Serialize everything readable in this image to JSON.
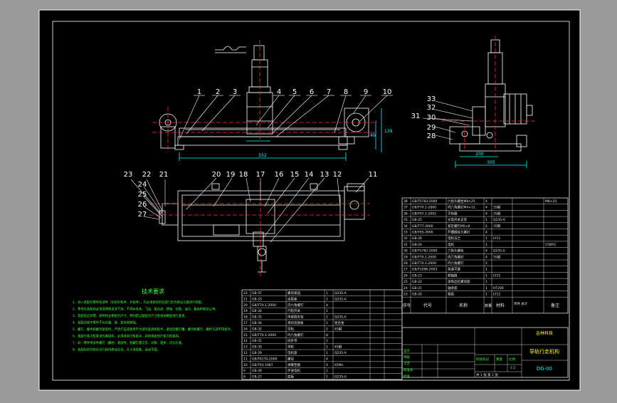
{
  "colors": {
    "canvas": "#000000",
    "surround": "#9a9a9a",
    "line": "#ffffff",
    "center_red": "#ff3030",
    "dim_cyan": "#00ffff",
    "note_green": "#39ff39",
    "label_yellow": "#ffff00",
    "table_text": "#e8e8e8"
  },
  "balloons_front": [
    "1",
    "2",
    "3",
    "4",
    "5",
    "6",
    "7",
    "8",
    "9",
    "10"
  ],
  "balloons_top": [
    "11",
    "12",
    "13",
    "14",
    "15",
    "16",
    "17",
    "18",
    "19",
    "20",
    "21",
    "22",
    "23",
    "24",
    "25",
    "26",
    "27"
  ],
  "balloons_side": [
    "28",
    "29",
    "30",
    "31",
    "32",
    "33"
  ],
  "dims": {
    "front_length": "552",
    "front_h1": "46",
    "front_h2": "139",
    "side_width": "305",
    "side_base": "200"
  },
  "notes": {
    "title": "技术要求",
    "lines": [
      "1、进入装配的零件及部件（包括外购件、外协件），均必须具有检验部门的合格证方能进行装配。",
      "2、零件在装配前必须清理和清洗干净，不得有毛刺、飞边、氧化皮、锈蚀、切屑、油污、着色剂和灰尘等。",
      "3、装配前应对零、部件的主要配合尺寸，特别是过盈配合尺寸及相关精度进行复查。",
      "4、装配过程中零件不允许磕、碰、划伤和锈蚀。",
      "5、螺钉、螺栓和螺母紧固时，严禁打击或使用不合适的旋具和扳手，紧固后螺钉槽、螺母和螺钉、螺栓头部不得损坏。",
      "6、规定拧紧力矩要求的紧固件，必须采用力矩扳手，并按规定的拧紧力矩紧固。",
      "7、同一零件用多件螺钉（螺栓）紧固时，各螺钉需交叉、对称、逐步、均匀拧紧。",
      "8、装配好的导轨在全行程内移动灵活，无卡滞现象，运动平稳。"
    ]
  },
  "bom_left": {
    "rows": [
      {
        "no": "22",
        "code": "GB-37",
        "name": "螺母紧固",
        "qty": "1",
        "mat": "Q235-A"
      },
      {
        "no": "21",
        "code": "GB-33",
        "name": "连接板",
        "qty": "1",
        "mat": "Q235-A"
      },
      {
        "no": "20",
        "code": "GB/T70.1-2000",
        "name": "内六角螺钉",
        "qty": "4",
        "mat": ""
      },
      {
        "no": "19",
        "code": "GB-34",
        "name": "行程开关",
        "qty": "1",
        "mat": ""
      },
      {
        "no": "18",
        "code": "GB-35",
        "name": "传感器支架",
        "qty": "1",
        "mat": "Q235-A"
      },
      {
        "no": "17",
        "code": "GB-36",
        "name": "滑块连接板",
        "qty": "1",
        "mat": "铝合金"
      },
      {
        "no": "16",
        "code": "GB-32",
        "name": "导轨",
        "qty": "2",
        "mat": "45钢"
      },
      {
        "no": "15",
        "code": "GB/T70.1-2000",
        "name": "内六角螺钉",
        "qty": "8",
        "mat": ""
      },
      {
        "no": "14",
        "code": "GB-31",
        "name": "同步带",
        "qty": "1",
        "mat": ""
      },
      {
        "no": "13",
        "code": "GB-30",
        "name": "带轮",
        "qty": "1",
        "mat": "45钢"
      },
      {
        "no": "12",
        "code": "GB-29",
        "name": "电机座",
        "qty": "1",
        "mat": "Q235-A"
      },
      {
        "no": "11",
        "code": "GB/T6170-2000",
        "name": "螺母",
        "qty": "4",
        "mat": ""
      },
      {
        "no": "10",
        "code": "GB/T93-1987",
        "name": "弹簧垫圈",
        "qty": "4",
        "mat": "65Mn"
      },
      {
        "no": "9",
        "code": "GB-28",
        "name": "步进电机",
        "qty": "1",
        "mat": ""
      },
      {
        "no": "8",
        "code": "GB-27",
        "name": "底板",
        "qty": "1",
        "mat": "Q235-A"
      }
    ]
  },
  "bom_right": {
    "rows": [
      {
        "no": "38",
        "code": "GB/T5783-2000",
        "name": "六角头螺栓M8×25",
        "qty": "4",
        "mat": "",
        "note": "M8×25"
      },
      {
        "no": "37",
        "code": "GB/T70.1-2000",
        "name": "内六角螺钉M4×12",
        "qty": "4",
        "mat": "35钢"
      },
      {
        "no": "36",
        "code": "GB/T97.1-2002",
        "name": "平垫圈",
        "qty": "4",
        "mat": "35钢"
      },
      {
        "no": "35",
        "code": "GB-25",
        "name": "光电开关支架",
        "qty": "1",
        "mat": "Q235-A"
      },
      {
        "no": "34",
        "code": "GB/T77-2000",
        "name": "紧定螺钉M5×8",
        "qty": "2",
        "mat": "35钢"
      },
      {
        "no": "33",
        "code": "GB/T65-2000",
        "name": "开槽圆柱头螺钉",
        "qty": "4",
        "mat": ""
      },
      {
        "no": "32",
        "code": "GB-26",
        "name": "电机法兰",
        "qty": "1",
        "mat": "LY11"
      },
      {
        "no": "31",
        "code": "GB-24",
        "name": "电机",
        "qty": "1",
        "mat": "",
        "note": "57BYG"
      },
      {
        "no": "30",
        "code": "GB/T5782-2000",
        "name": "六角头螺栓",
        "qty": "4",
        "mat": "Q235-A"
      },
      {
        "no": "29",
        "code": "GB/T70.1-2000",
        "name": "内六角螺钉",
        "qty": "4",
        "mat": "35钢"
      },
      {
        "no": "28",
        "code": "GB/T70.1-2000",
        "name": "内六角螺钉",
        "qty": "2",
        "mat": ""
      },
      {
        "no": "27",
        "code": "GB/T1096-2003",
        "name": "普通平键",
        "qty": "1",
        "mat": ""
      },
      {
        "no": "26",
        "code": "GB-23",
        "name": "联轴器",
        "qty": "1",
        "mat": "LY11"
      },
      {
        "no": "25",
        "code": "GB-22",
        "name": "滚珠丝杠螺母座",
        "qty": "1",
        "mat": ""
      },
      {
        "no": "24",
        "code": "GB-21",
        "name": "轴承座",
        "qty": "1",
        "mat": "HT200"
      },
      {
        "no": "23",
        "code": "GB-20",
        "name": "端盖",
        "qty": "1",
        "mat": "LY11"
      }
    ],
    "header": {
      "no": "序号",
      "code": "代号",
      "name": "名称",
      "qty": "数量",
      "mat": "材料",
      "weight": "单件 总计",
      "note": "备注"
    }
  },
  "title_block": {
    "company": "吉林科技",
    "drawing_name": "导轨行走机构",
    "drawing_no": "DG-00",
    "scale": "1:2",
    "sheet": "共 1 张  第 1 张",
    "roles": [
      "设计",
      "审核",
      "工艺",
      "标准化",
      "批准"
    ],
    "stage": "阶段标记",
    "weight": "重量",
    "ratio": "比例"
  }
}
